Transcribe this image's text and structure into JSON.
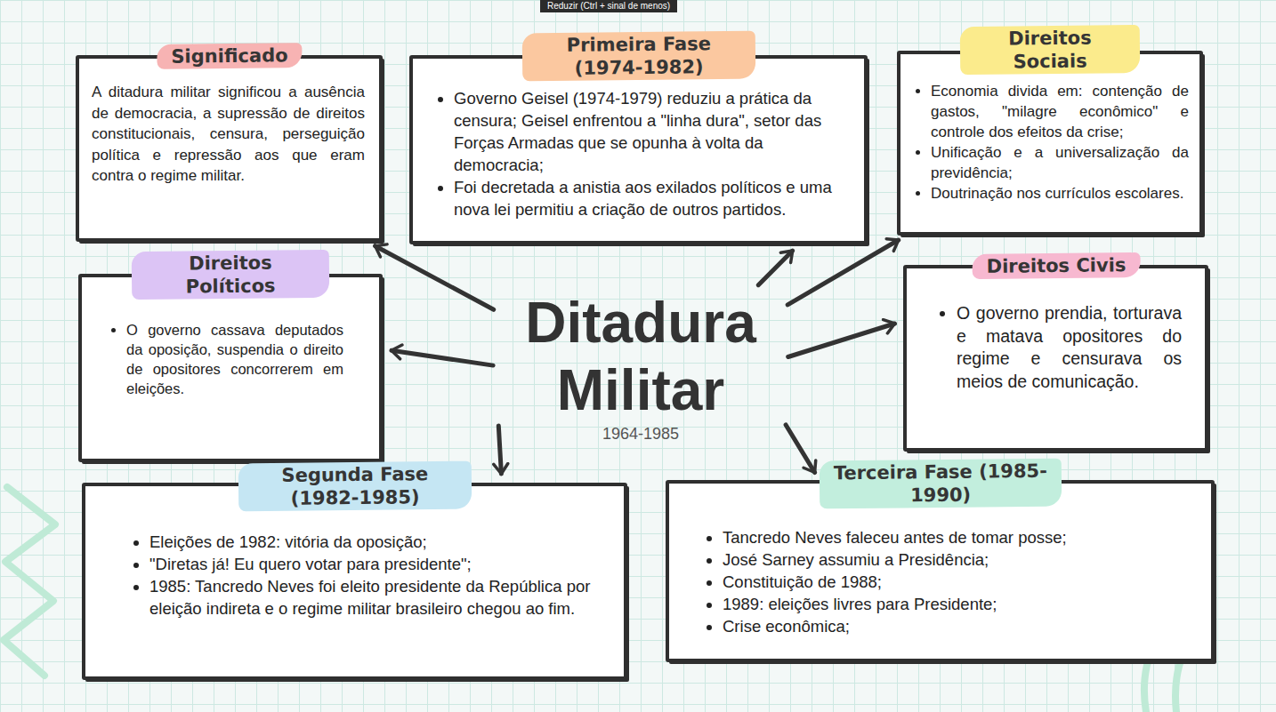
{
  "diagram": {
    "nodes": [
      {
        "text": [
          "Significado",
          "A ditadura militar significou a ausência de democracia, a supressão de direitos constitucionais, censura, perseguição política e repressão aos que eram contra o regime militar."
        ]
      },
      {
        "text": [
          "Primeira Fase (1974-1982)",
          "Governo Geisel (1974-1979) reduziu a prática da censura; Geisel enfrentou a \"linha dura\", setor das Forças Armadas que se opunha à volta da democracia;",
          "Foi decretada a anistia aos exilados políticos e uma nova lei permitiu a criação de outros partidos."
        ]
      },
      {
        "text": [
          "Direitos Sociais",
          "Economia divida em: contenção de gastos, \"milagre econômico\" e controle dos efeitos da crise;",
          "Unificação e a universalização da previdência;",
          "Doutrinação nos currículos escolares."
        ]
      },
      {
        "text": [
          "Direitos Políticos",
          "O governo cassava deputados da oposição, suspendia o direito de opositores concorrerem em eleições."
        ]
      },
      {
        "text": [
          "Ditadura Militar",
          "1964-1985"
        ]
      },
      {
        "text": [
          "Direitos Civis",
          "O governo prendia, torturava e matava opositores do regime e censurava os meios de comunicação."
        ]
      },
      {
        "text": [
          "Segunda Fase (1982-1985)",
          "Eleições de 1982: vitória da oposição;",
          "\"Diretas já! Eu quero votar para presidente\";",
          "1985: Tancredo Neves foi eleito presidente da República por eleição indireta e o regime militar brasileiro chegou ao fim."
        ]
      },
      {
        "text": [
          "Terceira Fase (1985-1990)",
          "Tancredo Neves faleceu antes de tomar posse;",
          "José Sarney assumiu a Presidência;",
          "Constituição de 1988;",
          "1989: eleições livres para Presidente;",
          "Crise econômica;"
        ]
      }
    ],
    "edges": [
      {
        "from": 4,
        "to": 0,
        "arrow": "to"
      },
      {
        "from": 4,
        "to": 1,
        "arrow": "to"
      },
      {
        "from": 4,
        "to": 2,
        "arrow": "to"
      },
      {
        "from": 4,
        "to": 3,
        "arrow": "to"
      },
      {
        "from": 4,
        "to": 5,
        "arrow": "to"
      },
      {
        "from": 4,
        "to": 6,
        "arrow": "to"
      },
      {
        "from": 4,
        "to": 7,
        "arrow": "to"
      }
    ],
    "labels": [
      "Reduzir (Ctrl + sinal de menos)"
    ]
  }
}
